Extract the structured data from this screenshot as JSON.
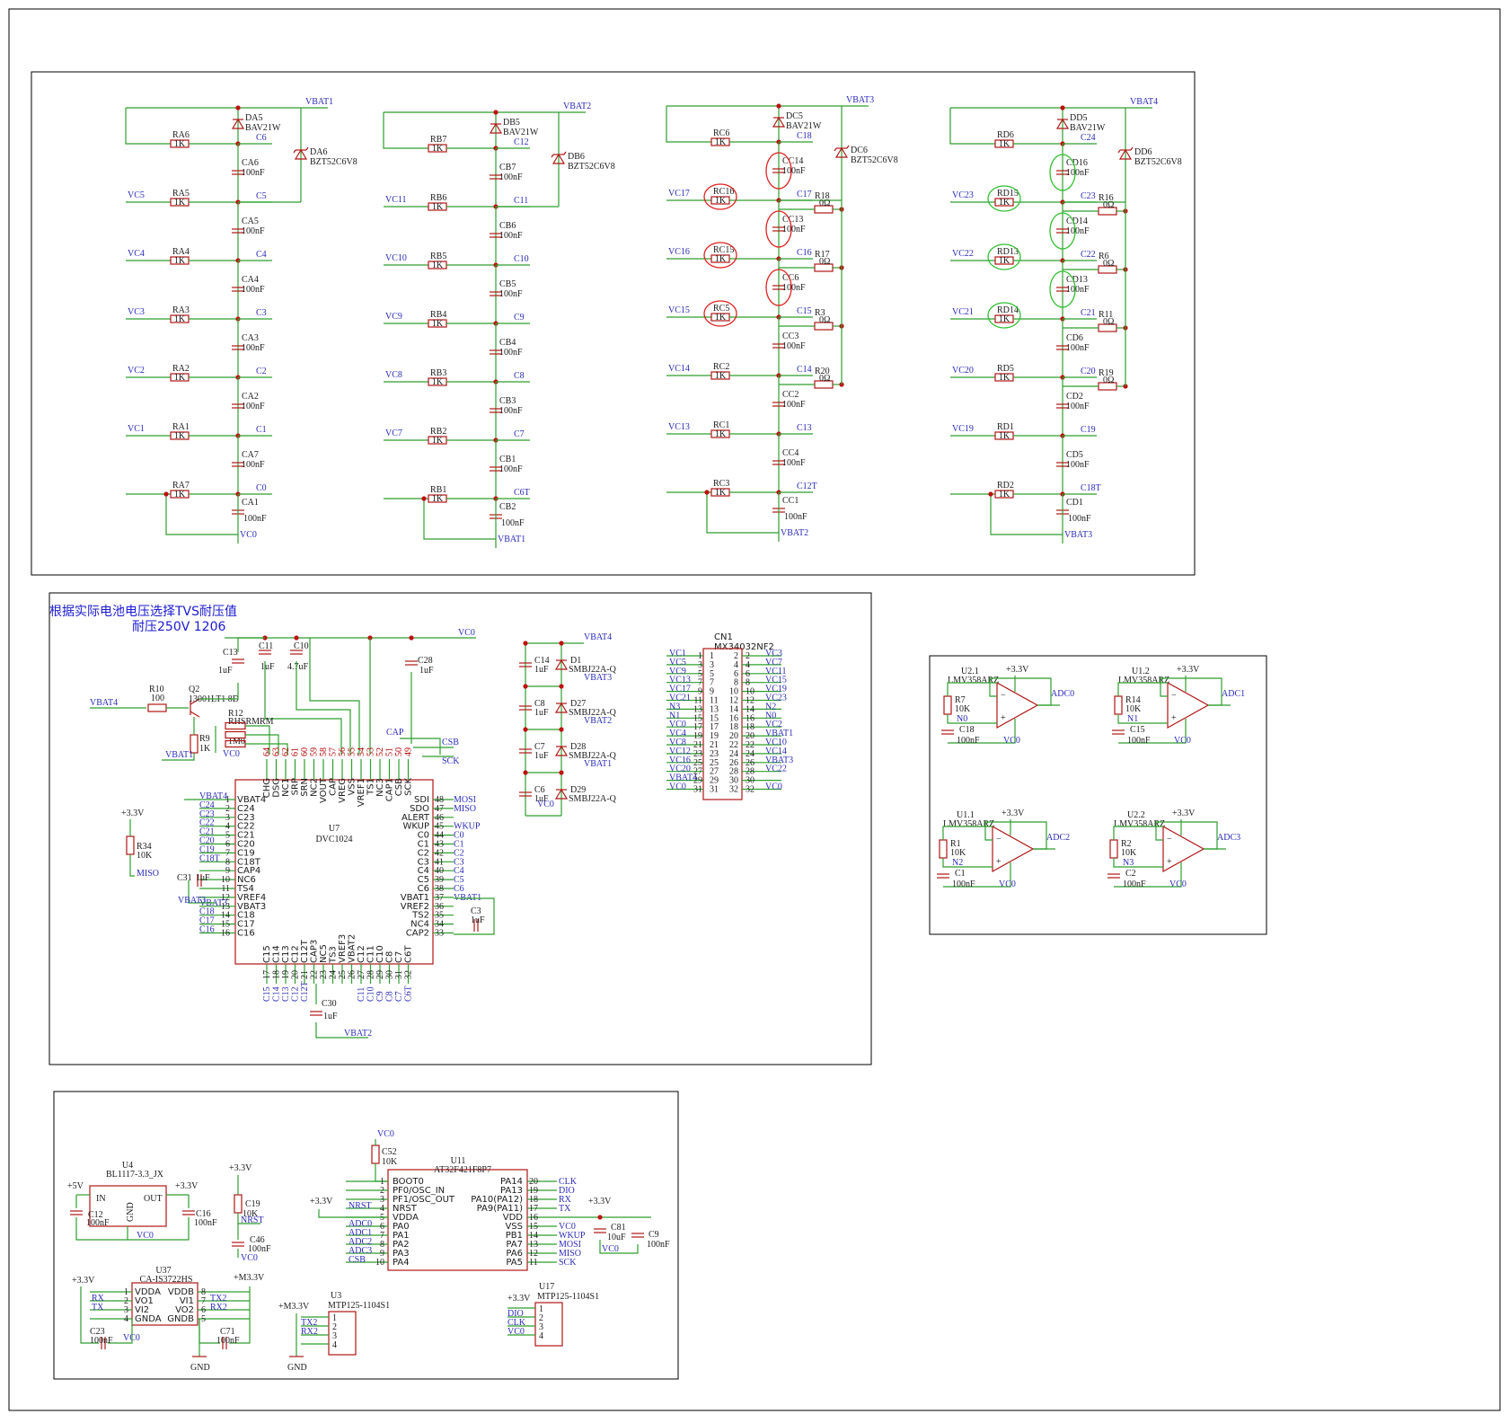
{
  "chain_a": {
    "vbat": "VBAT1",
    "tvs_ref": "DA6",
    "tvs_val": "BZT52C6V8",
    "diode_ref": "DA5",
    "diode_val": "BAV21W",
    "bottom_net": "VC0",
    "cap_val": "100nF",
    "res_val": "1K",
    "rows": [
      {
        "r": "RA6",
        "vin": "",
        "cnet": "C6",
        "cap": "CA6"
      },
      {
        "r": "RA5",
        "vin": "VC5",
        "cnet": "C5",
        "cap": "CA5"
      },
      {
        "r": "RA4",
        "vin": "VC4",
        "cnet": "C4",
        "cap": "CA4"
      },
      {
        "r": "RA3",
        "vin": "VC3",
        "cnet": "C3",
        "cap": "CA3"
      },
      {
        "r": "RA2",
        "vin": "VC2",
        "cnet": "C2",
        "cap": "CA2"
      },
      {
        "r": "RA1",
        "vin": "VC1",
        "cnet": "C1",
        "cap": "CA7"
      },
      {
        "r": "RA7",
        "vin": "",
        "cnet": "C0",
        "cap": "CA1"
      }
    ]
  },
  "chain_b": {
    "vbat": "VBAT2",
    "tvs_ref": "DB6",
    "tvs_val": "BZT52C6V8",
    "diode_ref": "DB5",
    "diode_val": "BAV21W",
    "bottom_net": "VBAT1",
    "cap_val": "100nF",
    "res_val": "1K",
    "rows": [
      {
        "r": "RB7",
        "vin": "",
        "cnet": "C12",
        "cap": "CB7"
      },
      {
        "r": "RB6",
        "vin": "VC11",
        "cnet": "C11",
        "cap": "CB6"
      },
      {
        "r": "RB5",
        "vin": "VC10",
        "cnet": "C10",
        "cap": "CB5"
      },
      {
        "r": "RB4",
        "vin": "VC9",
        "cnet": "C9",
        "cap": "CB4"
      },
      {
        "r": "RB3",
        "vin": "VC8",
        "cnet": "C8",
        "cap": "CB3"
      },
      {
        "r": "RB2",
        "vin": "VC7",
        "cnet": "C7",
        "cap": "CB1"
      },
      {
        "r": "RB1",
        "vin": "",
        "cnet": "C6T",
        "cap": "CB2"
      }
    ]
  },
  "chain_c": {
    "vbat": "VBAT3",
    "tvs_ref": "DC6",
    "tvs_val": "BZT52C6V8",
    "diode_ref": "DC5",
    "diode_val": "BAV21W",
    "bottom_net": "VBAT2",
    "cap_val": "100nF",
    "res_val": "1K",
    "rows": [
      {
        "r": "RC6",
        "vin": "",
        "cnet": "C18",
        "cap": "CC14",
        "rr": "",
        "rv": ""
      },
      {
        "r": "RC16",
        "vin": "VC17",
        "cnet": "C17",
        "cap": "CC13",
        "rr": "R18",
        "rv": "0Ω"
      },
      {
        "r": "RC15",
        "vin": "VC16",
        "cnet": "C16",
        "cap": "CC6",
        "rr": "R17",
        "rv": "0Ω"
      },
      {
        "r": "RC5",
        "vin": "VC15",
        "cnet": "C15",
        "cap": "CC3",
        "rr": "R3",
        "rv": "0Ω"
      },
      {
        "r": "RC2",
        "vin": "VC14",
        "cnet": "C14",
        "cap": "CC2",
        "rr": "R20",
        "rv": "0Ω"
      },
      {
        "r": "RC1",
        "vin": "VC13",
        "cnet": "C13",
        "cap": "CC4",
        "rr": "",
        "rv": ""
      },
      {
        "r": "RC3",
        "vin": "",
        "cnet": "C12T",
        "cap": "CC1",
        "rr": "",
        "rv": ""
      }
    ]
  },
  "chain_d": {
    "vbat": "VBAT4",
    "tvs_ref": "DD6",
    "tvs_val": "BZT52C6V8",
    "diode_ref": "DD5",
    "diode_val": "BAV21W",
    "bottom_net": "VBAT3",
    "cap_val": "100nF",
    "res_val": "1K",
    "rows": [
      {
        "r": "RD6",
        "vin": "",
        "cnet": "C24",
        "cap": "CD16",
        "rr": "",
        "rv": ""
      },
      {
        "r": "RD15",
        "vin": "VC23",
        "cnet": "C23",
        "cap": "CD14",
        "rr": "R16",
        "rv": "0Ω"
      },
      {
        "r": "RD13",
        "vin": "VC22",
        "cnet": "C22",
        "cap": "CD13",
        "rr": "R6",
        "rv": "0Ω"
      },
      {
        "r": "RD14",
        "vin": "VC21",
        "cnet": "C21",
        "cap": "CD6",
        "rr": "R11",
        "rv": "0Ω"
      },
      {
        "r": "RD5",
        "vin": "VC20",
        "cnet": "C20",
        "cap": "CD2",
        "rr": "R19",
        "rv": "0Ω"
      },
      {
        "r": "RD1",
        "vin": "VC19",
        "cnet": "C19",
        "cap": "CD5",
        "rr": "",
        "rv": ""
      },
      {
        "r": "RD2",
        "vin": "",
        "cnet": "C18T",
        "cap": "CD1",
        "rr": "",
        "rv": ""
      }
    ]
  },
  "afe": {
    "note1": "根据实际电池电压选择TVS耐压值",
    "note2": "耐压250V 1206",
    "vc0": "VC0",
    "c13": "C13",
    "c13v": "1uF",
    "c11": "C11",
    "c11v": "1uF",
    "c10": "C10",
    "c10v": "4.7uF",
    "c28": "C28",
    "c28v": "1uF",
    "r10": "R10",
    "r10v": "100",
    "q2": "Q2",
    "q2v": "13001LT1 8D",
    "vbat4": "VBAT4",
    "vbat1": "VBAT1",
    "r9": "R9",
    "r9v": "1K",
    "r12": "R12",
    "r_mid": "RHSRMRM",
    "r_mid2": "1M0",
    "cap": "CAP",
    "csb": "CSB",
    "sck": "SCK",
    "u7": "U7",
    "u7v": "DVC1024",
    "top_pins": [
      "CHG",
      "DSG",
      "NC1",
      "SRP",
      "SRN",
      "NC2",
      "VOUT",
      "CAP",
      "VREG",
      "VSS",
      "VREF1",
      "TS1",
      "NC3",
      "CAP1",
      "CSB",
      "SCK"
    ],
    "top_nums": [
      "64",
      "63",
      "62",
      "61",
      "60",
      "59",
      "58",
      "57",
      "56",
      "55",
      "54",
      "53",
      "52",
      "51",
      "50",
      "49"
    ],
    "left_pins": [
      "VBAT4",
      "C24",
      "C23",
      "C22",
      "C21",
      "C20",
      "C19",
      "C18T",
      "CAP4",
      "NC6",
      "TS4",
      "VREF4",
      "VBAT3",
      "C18",
      "C17",
      "C16"
    ],
    "left_nets": [
      "VBAT4",
      "C24",
      "C23",
      "C22",
      "C21",
      "C20",
      "C19",
      "C18T",
      "",
      "",
      "",
      "",
      "VBAT3",
      "C18",
      "C17",
      "C16"
    ],
    "right_pins": [
      "SDI",
      "SDO",
      "ALERT",
      "WKUP",
      "C0",
      "C1",
      "C2",
      "C3",
      "C4",
      "C5",
      "C6",
      "VBAT1",
      "VREF2",
      "TS2",
      "NC4",
      "CAP2"
    ],
    "right_nums": [
      "48",
      "47",
      "46",
      "45",
      "44",
      "43",
      "42",
      "41",
      "40",
      "39",
      "38",
      "37",
      "36",
      "35",
      "34",
      "33"
    ],
    "right_nets": [
      "MOSI",
      "MISO",
      "",
      "WKUP",
      "C0",
      "C1",
      "C2",
      "C3",
      "C4",
      "C5",
      "C6",
      "VBAT1",
      "",
      "",
      "",
      ""
    ],
    "bot_pins": [
      "C15",
      "C14",
      "C13",
      "C12",
      "C12T",
      "CAP3",
      "NC5",
      "TS3",
      "VREF3",
      "VBAT2",
      "C12",
      "C11",
      "C10",
      "C8",
      "C7",
      "C6T"
    ],
    "bot_nums": [
      "17",
      "18",
      "19",
      "20",
      "21",
      "22",
      "23",
      "24",
      "25",
      "26",
      "27",
      "28",
      "29",
      "30",
      "31",
      "32"
    ],
    "bot_nets": [
      "C15",
      "C14",
      "C13",
      "C12",
      "C12T",
      "",
      "",
      "",
      "",
      "",
      "C11",
      "C10",
      "C9",
      "C8",
      "C7",
      "C6T"
    ],
    "c31": "C31",
    "c31v": "1uF",
    "c3": "C3",
    "c3v": "1uF",
    "c30": "C30",
    "c30v": "1uF",
    "vbat2": "VBAT2",
    "vbat3": "VBAT3",
    "r34": "R34",
    "r34v": "10K",
    "p33": "+3.3V",
    "miso": "MISO"
  },
  "tvs": {
    "vbat4": "VBAT4",
    "vbat3": "VBAT3",
    "vbat2": "VBAT2",
    "vbat1": "VBAT1",
    "vc0": "VC0",
    "items": [
      {
        "c": "C14",
        "cv": "1uF",
        "d": "D1",
        "dv": "SMBJ22A-Q"
      },
      {
        "c": "C8",
        "cv": "1uF",
        "d": "D27",
        "dv": "SMBJ22A-Q"
      },
      {
        "c": "C7",
        "cv": "1uF",
        "d": "D28",
        "dv": "SMBJ22A-Q"
      },
      {
        "c": "C6",
        "cv": "1uF",
        "d": "D29",
        "dv": "SMBJ22A-Q"
      }
    ]
  },
  "conn": {
    "ref": "CN1",
    "val": "MX34032NF2",
    "left_nets": [
      "VC1",
      "VC5",
      "VC9",
      "VC13",
      "VC17",
      "VC21",
      "N3",
      "N1",
      "VC0",
      "VC4",
      "VC8",
      "VC12",
      "VC16",
      "VC20",
      "VBAT4",
      "VC0"
    ],
    "left_nums": [
      "1",
      "3",
      "5",
      "7",
      "9",
      "11",
      "13",
      "15",
      "17",
      "19",
      "21",
      "23",
      "25",
      "27",
      "29",
      "31"
    ],
    "right_nums": [
      "2",
      "4",
      "6",
      "8",
      "10",
      "12",
      "14",
      "16",
      "18",
      "20",
      "22",
      "24",
      "26",
      "28",
      "30",
      "32"
    ],
    "right_nets": [
      "VC3",
      "VC7",
      "VC11",
      "VC15",
      "VC19",
      "VC23",
      "N2",
      "N0",
      "VC2",
      "VBAT1",
      "VC10",
      "VC14",
      "VBAT3",
      "VC22",
      "",
      "VC0"
    ]
  },
  "opamps": {
    "p33": "+3.3V",
    "vc0": "VC0",
    "units": [
      {
        "u": "U2.1",
        "part": "LMV358ARZ",
        "r": "R7",
        "rv": "10K",
        "n": "N0",
        "c": "C18",
        "cv": "100nF",
        "adc": "ADC0"
      },
      {
        "u": "U1.2",
        "part": "LMV358ARZ",
        "r": "R14",
        "rv": "10K",
        "n": "N1",
        "c": "C15",
        "cv": "100nF",
        "adc": "ADC1"
      },
      {
        "u": "U1.1",
        "part": "LMV358ARZ",
        "r": "R1",
        "rv": "10K",
        "n": "N2",
        "c": "C1",
        "cv": "100nF",
        "adc": "ADC2"
      },
      {
        "u": "U2.2",
        "part": "LMV358ARZ",
        "r": "R2",
        "rv": "10K",
        "n": "N3",
        "c": "C2",
        "cv": "100nF",
        "adc": "ADC3"
      }
    ]
  },
  "mcu": {
    "vc0": "VC0",
    "c52": "C52",
    "c52v": "10K",
    "u11": "U11",
    "u11v": "AT32F421F8P7",
    "p33": "+3.3V",
    "left_pins": [
      "BOOT0",
      "PF0/OSC_IN",
      "PF1/OSC_OUT",
      "NRST",
      "VDDA",
      "PA0",
      "PA1",
      "PA2",
      "PA3",
      "PA4"
    ],
    "left_nums": [
      "1",
      "2",
      "3",
      "4",
      "5",
      "6",
      "7",
      "8",
      "9",
      "10"
    ],
    "left_nets": [
      "",
      "",
      "",
      "NRST",
      "",
      "ADC0",
      "ADC1",
      "ADC2",
      "ADC3",
      "CSB"
    ],
    "right_pins": [
      "PA14",
      "PA13",
      "PA10(PA12)",
      "PA9(PA11)",
      "VDD",
      "VSS",
      "PB1",
      "PA7",
      "PA6",
      "PA5"
    ],
    "right_nums": [
      "20",
      "19",
      "18",
      "17",
      "16",
      "15",
      "14",
      "13",
      "12",
      "11"
    ],
    "right_nets": [
      "CLK",
      "DIO",
      "RX",
      "TX",
      "",
      "VC0",
      "WKUP",
      "MOSI",
      "MISO",
      "SCK"
    ],
    "c81": "C81",
    "c81v": "10uF",
    "c9": "C9",
    "c9v": "100nF",
    "u4": "U4",
    "u4v": "BL1117-3.3_JX",
    "p5": "+5V",
    "in": "IN",
    "out": "OUT",
    "gnd": "GND",
    "c12": "C12",
    "c12v": "100nF",
    "c16": "C16",
    "c16v": "100nF",
    "c19": "C19",
    "c19v": "10K",
    "nrst": "NRST",
    "c46": "C46",
    "c46v": "100nF",
    "u37": "U37",
    "u37v": "CA-IS3722HS",
    "iso_l": [
      "VDDA",
      "VO1",
      "VI2",
      "GNDA"
    ],
    "iso_r": [
      "VDDB",
      "VI1",
      "VO2",
      "GNDB"
    ],
    "iso_ln": [
      "1",
      "2",
      "3",
      "4"
    ],
    "iso_rn": [
      "8",
      "7",
      "6",
      "5"
    ],
    "rx": "RX",
    "tx": "TX",
    "tx2": "TX2",
    "rx2": "RX2",
    "m33": "+M3.3V",
    "c23": "C23",
    "c23v": "100nF",
    "c71": "C71",
    "c71v": "100nF",
    "u3": "U3",
    "u3v": "MTP125-1104S1",
    "u17": "U17",
    "u17v": "MTP125-1104S1",
    "dio": "DIO",
    "clk": "CLK"
  }
}
